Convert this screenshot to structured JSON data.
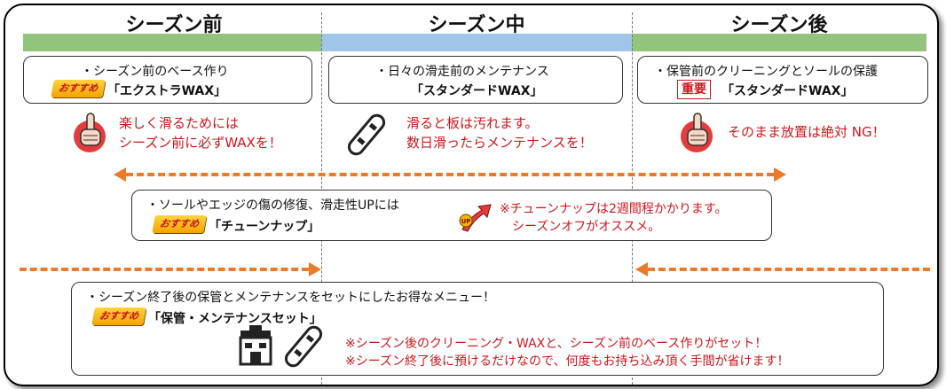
{
  "seasons": {
    "before": "シーズン前",
    "during": "シーズン中",
    "after": "シーズン後"
  },
  "colors": {
    "before_bar": "#92c47b",
    "during_bar": "#9fc5e8",
    "after_bar": "#92c47b",
    "arrow": "#ec7a2b",
    "accent_red": "#d0161c"
  },
  "box_before": {
    "line1": "・シーズン前のベース作り",
    "badge": "おすすめ",
    "product": "「エクストラWAX」",
    "note1": "楽しく滑るためには",
    "note2": "シーズン前に必ずWAXを！"
  },
  "box_during": {
    "line1": "・日々の滑走前のメンテナンス",
    "product": "「スタンダードWAX」",
    "note1": "滑ると板は汚れます。",
    "note2": "数日滑ったらメンテナンスを！"
  },
  "box_after": {
    "line1": "・保管前のクリーニングとソールの保護",
    "badge": "重要",
    "product": "「スタンダードWAX」",
    "note1": "そのまま放置は絶対 NG！"
  },
  "box_tune": {
    "line1": "・ソールやエッジの傷の修復、滑走性UPには",
    "badge": "おすすめ",
    "product": "「チューンナップ」",
    "up_badge": "UP",
    "note1": "※チューンナップは2週間程かかります。",
    "note2": "シーズンオフがオススメ。"
  },
  "box_storage": {
    "line1": "・シーズン終了後の保管とメンテナンスをセットにしたお得なメニュー！",
    "badge": "おすすめ",
    "product": "「保管・メンテナンスセット」",
    "note1": "※シーズン後のクリーニング・WAXと、シーズン前のベース作りがセット！",
    "note2": "※シーズン終了後に預けるだけなので、何度もお持ち込み頂く手間が省けます！"
  },
  "icons": [
    "thumbs-up-icon",
    "snowboard-icon",
    "thumbs-up-icon",
    "up-arrow-icon",
    "shop-icon",
    "snowboard-icon"
  ]
}
